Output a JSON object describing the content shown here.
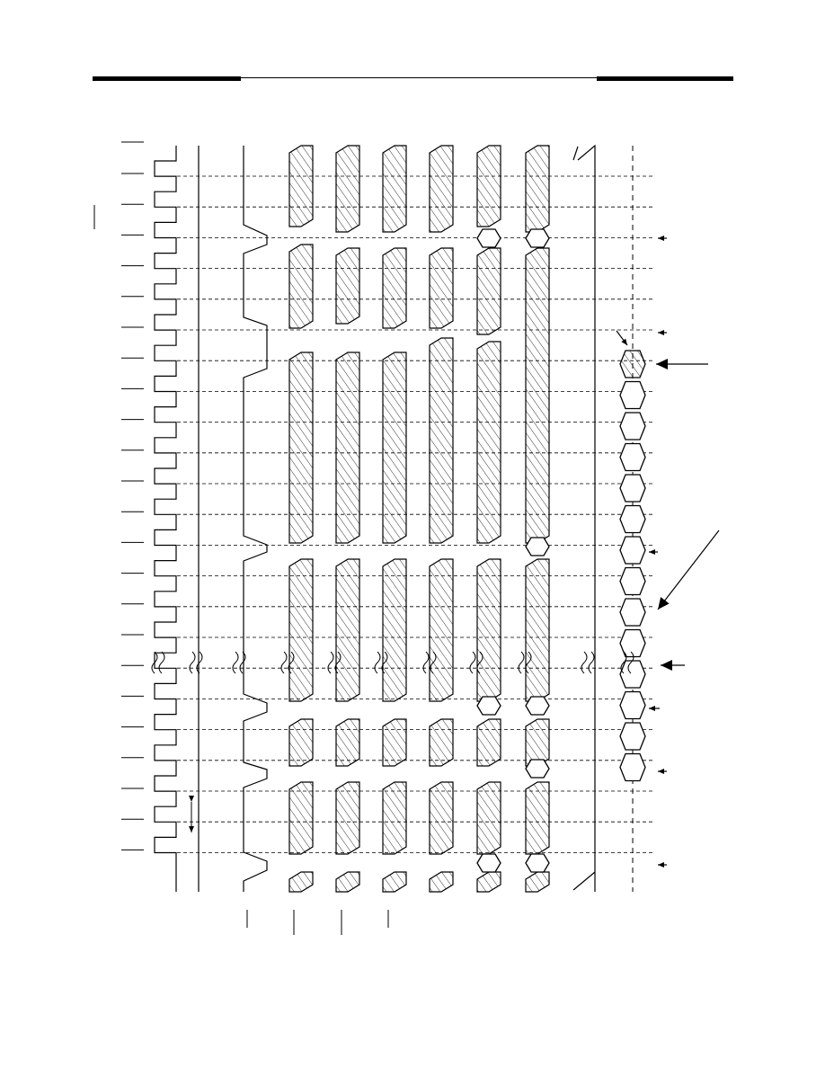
{
  "header": {
    "left_bar": "thick",
    "right_bar": "thick",
    "center_rule": "thin"
  },
  "colors": {
    "ink": "#000000",
    "paper": "#ffffff"
  },
  "diagram": {
    "type": "timing-diagram",
    "clock_cycles": 23,
    "break_marker_after_cycle": 16,
    "signal_columns": [
      {
        "id": "clock",
        "style": "square-wave"
      },
      {
        "id": "col-2",
        "style": "flat"
      },
      {
        "id": "col-3",
        "style": "strobe"
      },
      {
        "id": "col-4",
        "style": "hatched-bus"
      },
      {
        "id": "col-5",
        "style": "hatched-bus"
      },
      {
        "id": "col-6",
        "style": "hatched-bus"
      },
      {
        "id": "col-7",
        "style": "hatched-bus"
      },
      {
        "id": "col-8",
        "style": "hatched-bus-crossing"
      },
      {
        "id": "col-9",
        "style": "hatched-bus-crossing"
      },
      {
        "id": "col-10",
        "style": "edge"
      },
      {
        "id": "col-11",
        "style": "data-valid-windows"
      }
    ],
    "annotation_arrows": 9
  }
}
